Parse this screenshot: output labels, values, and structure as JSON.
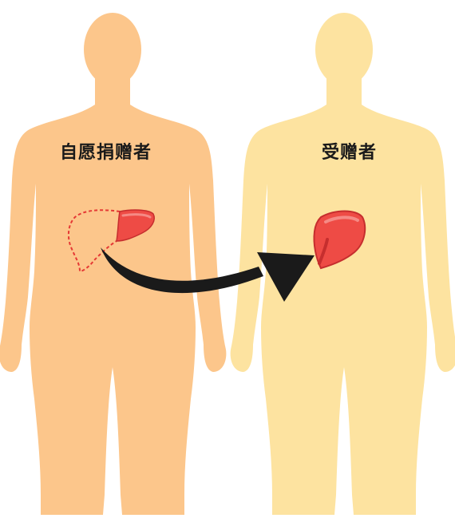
{
  "labels": {
    "donor": "自愿捐赠者",
    "recipient": "受赠者"
  },
  "colors": {
    "donor_body": "#FCC68B",
    "recipient_body": "#FDE3A0",
    "liver_fill": "#EE4B45",
    "liver_shadow": "#C62E2E",
    "liver_highlight": "#F58A85",
    "donor_outline_dashed": "#E53935",
    "arrow": "#1A1A1A"
  },
  "icons": {
    "donor_figure": "human-silhouette",
    "recipient_figure": "human-silhouette",
    "donor_liver_section": "liver-partial-icon",
    "recipient_liver": "liver-icon",
    "transfer_arrow": "curved-arrow-right"
  }
}
